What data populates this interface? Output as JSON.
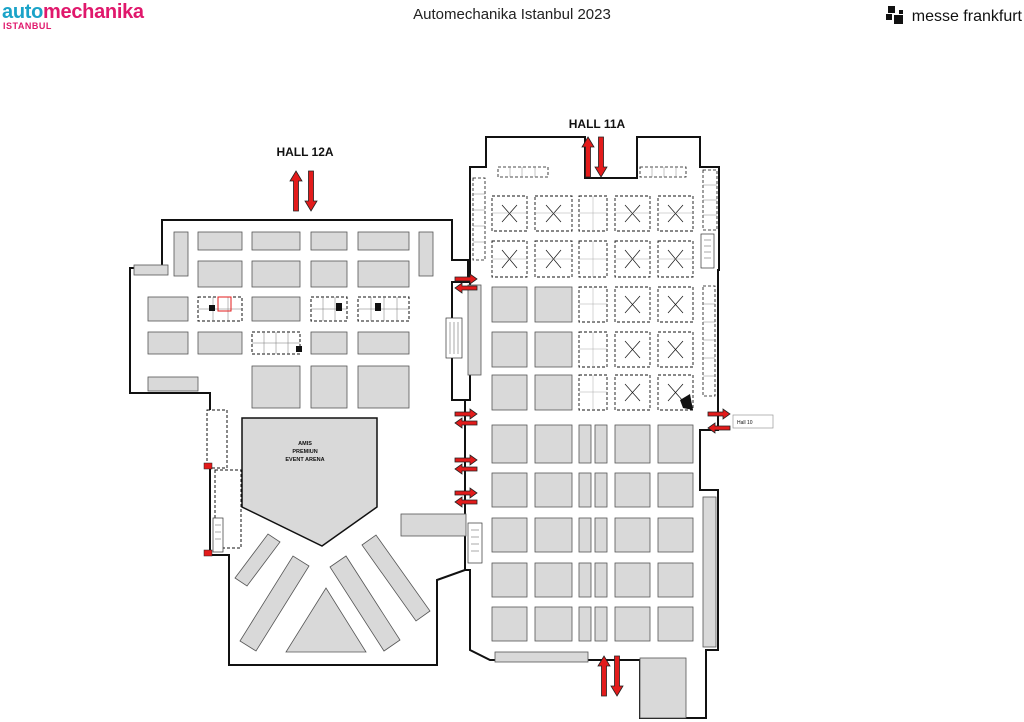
{
  "header": {
    "title": "Automechanika Istanbul 2023",
    "logo_left": {
      "part1": "auto",
      "part2": "mechanika",
      "sub": "ISTANBUL",
      "color1": "#1aa3c8",
      "color2": "#e0186c"
    },
    "logo_right": {
      "text": "messe frankfurt"
    }
  },
  "map": {
    "halls": [
      {
        "label": "HALL 12A"
      },
      {
        "label": "HALL 11A"
      }
    ],
    "arena": {
      "lines": [
        "AMIS",
        "PREMIUN",
        "EVENT ARENA"
      ]
    },
    "connection_label": "Hall 10",
    "colors": {
      "booth": "#d9d9d9",
      "arrow": "#e31b1b",
      "outline": "#111111"
    },
    "icons": [
      "logo-mark-icon",
      "arrow-up-icon",
      "arrow-down-icon",
      "arrow-left-icon",
      "arrow-right-icon",
      "stairs-icon"
    ]
  }
}
